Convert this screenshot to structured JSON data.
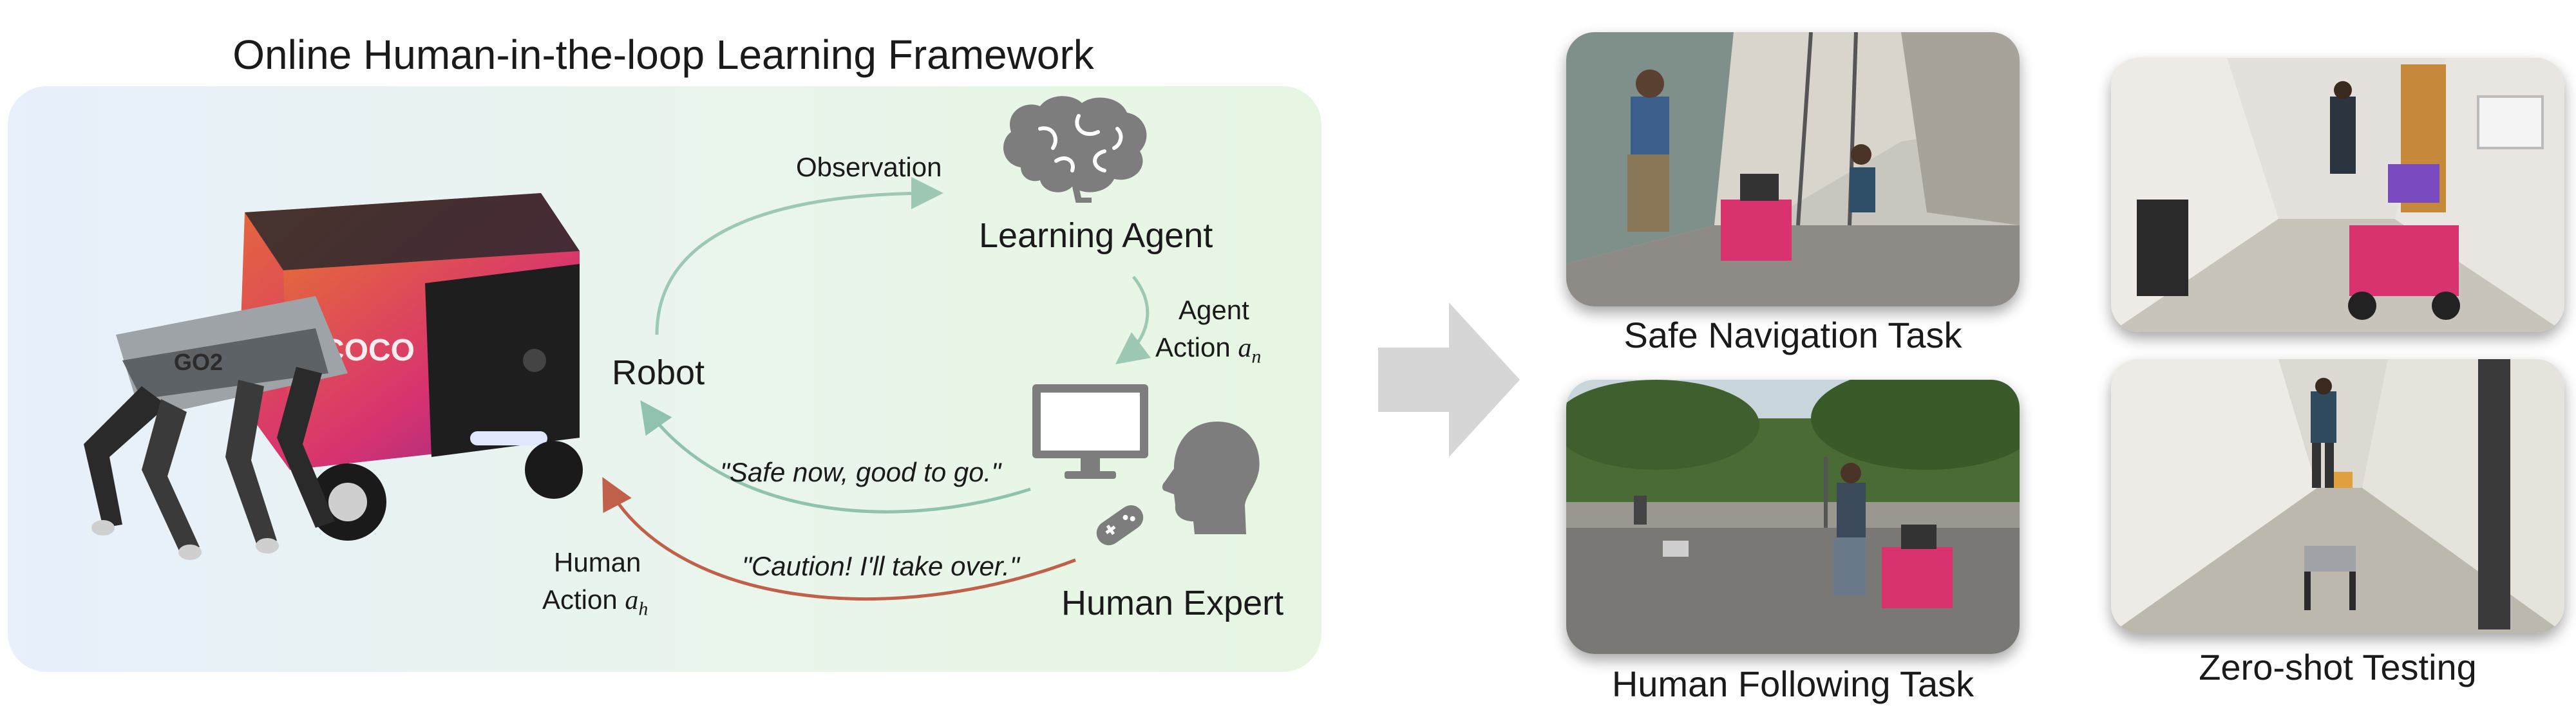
{
  "figure": {
    "title": "Online Human-in-the-loop Learning Framework",
    "robot_label": "Robot",
    "agent_label": "Learning Agent",
    "expert_label": "Human Expert",
    "observation_label": "Observation",
    "agent_action_word": "Agent",
    "agent_action_label": "Action",
    "agent_action_symbol": "a",
    "agent_action_subscript": "n",
    "human_action_word": "Human",
    "human_action_label": "Action",
    "human_action_symbol": "a",
    "human_action_subscript": "h",
    "safe_quote": "\"Safe now, good to go.\"",
    "caution_quote": "\"Caution! I'll take over.\"",
    "robot_body_text": "COCO",
    "robot_dog_text": "GO2"
  },
  "tasks": {
    "safe_navigation": "Safe Navigation Task",
    "human_following": "Human Following Task",
    "zero_shot": "Zero-shot Testing"
  },
  "colors": {
    "obs_arrow": "#9cc8b4",
    "safe_arrow": "#8fc3ad",
    "caution_arrow": "#c0604a",
    "icon_gray": "#7d7d7d",
    "robot_pink": "#d8336f",
    "robot_orange": "#e56a3a"
  },
  "icons": [
    "brain-icon",
    "monitor-icon",
    "human-head-icon",
    "gamepad-icon",
    "transition-arrow-icon"
  ]
}
